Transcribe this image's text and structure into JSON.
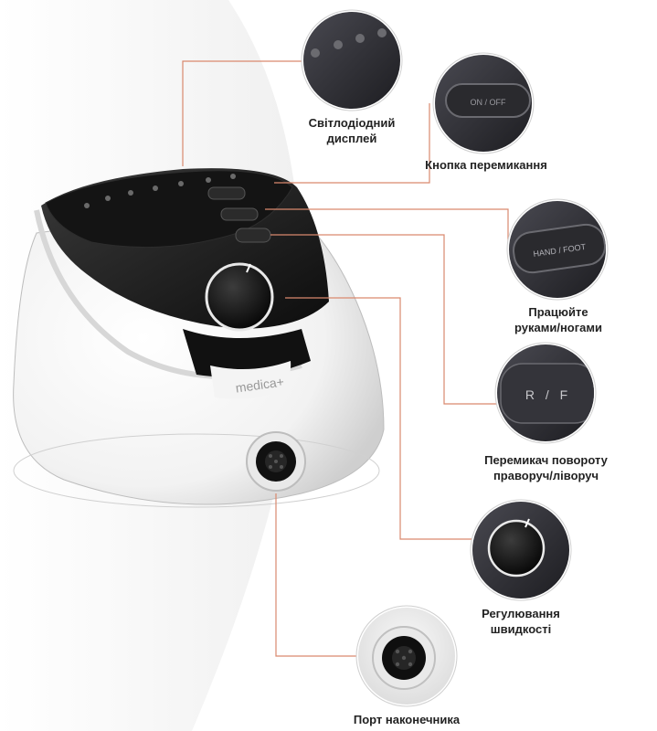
{
  "brand_logo": "medica+",
  "accent_color": "#d9896e",
  "callouts": [
    {
      "id": "led",
      "lines": [
        "Світлодіодний",
        "дисплей"
      ]
    },
    {
      "id": "switch",
      "lines": [
        "Кнопка перемикання"
      ]
    },
    {
      "id": "handfoot",
      "lines": [
        "Працюйте",
        "руками/ногами"
      ]
    },
    {
      "id": "direction",
      "lines": [
        "Перемикач повороту",
        "праворуч/ліворуч"
      ]
    },
    {
      "id": "speed",
      "lines": [
        "Регулювання",
        "швидкості"
      ]
    },
    {
      "id": "port",
      "lines": [
        "Порт наконечника"
      ]
    }
  ],
  "button_texts": {
    "on_off": "ON / OFF",
    "hand_foot": "HAND / FOOT",
    "r_f": "R / F"
  }
}
